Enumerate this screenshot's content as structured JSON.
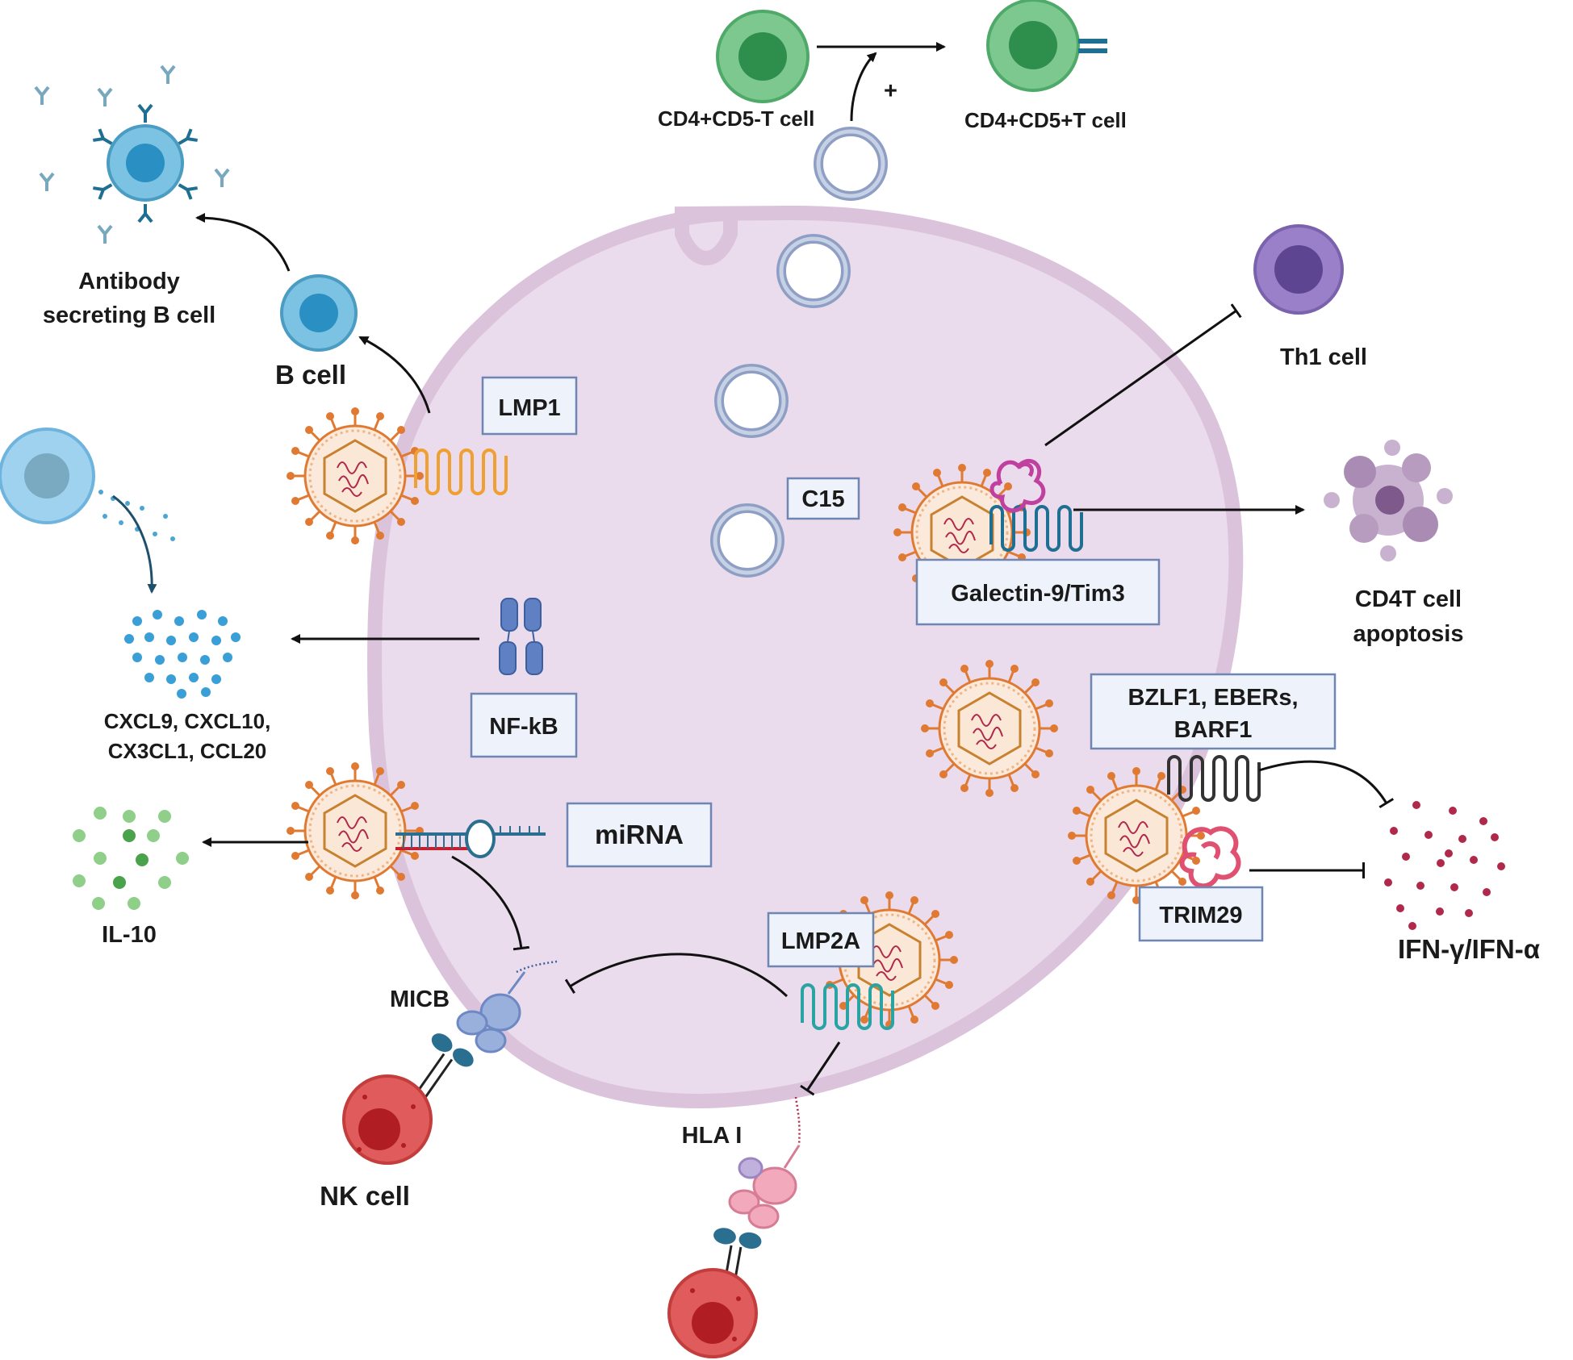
{
  "colors": {
    "host_cell": "#eadcec",
    "host_membrane": "#dcc3dc",
    "virus_orange": "#e07a32",
    "t_cell_green": "#7cc88f",
    "b_cell_blue": "#7cc3e3",
    "th1_purple": "#9a80c9",
    "nk_red": "#d94848",
    "ifn_dots": "#b0284a",
    "il10_green": "#8fcf8a",
    "exosome": "#a5b4d3"
  },
  "labels": {
    "cd4_cd5_neg": "CD4+CD5-T cell",
    "cd4_cd5_pos": "CD4+CD5+T cell",
    "plus_sign": "+",
    "antibody_line1": "Antibody",
    "antibody_line2": "secreting B cell",
    "b_cell": "B cell",
    "lmp1": "LMP1",
    "c15": "C15",
    "th1_cell": "Th1 cell",
    "galectin": "Galectin-9/Tim3",
    "cd4t_apoptosis_line1": "CD4T cell",
    "cd4t_apoptosis_line2": "apoptosis",
    "nfkb": "NF-kB",
    "chemokines_line1": "CXCL9, CXCL10,",
    "chemokines_line2": "CX3CL1, CCL20",
    "bzlf1_line1": "BZLF1, EBERs,",
    "bzlf1_line2": "BARF1",
    "mirna": "miRNA",
    "il10": "IL-10",
    "trim29": "TRIM29",
    "ifn": "IFN-γ/IFN-α",
    "lmp2a": "LMP2A",
    "micb": "MICB",
    "nk_cell": "NK cell",
    "hla": "HLA I"
  }
}
